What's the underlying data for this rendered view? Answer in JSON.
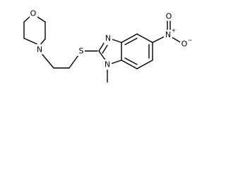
{
  "molecule": {
    "atoms": {
      "morpholine_o": "O",
      "morpholine_n": "N",
      "thio_s": "S",
      "imidazole_n3": "N",
      "imidazole_n1": "N",
      "nitro_n": "N",
      "nitro_n_charge": "+",
      "nitro_o_top": "O",
      "nitro_o_right": "O",
      "nitro_o_charge": "−"
    },
    "colors": {
      "bond": "#000000",
      "label": "#000000",
      "background": "#ffffff"
    }
  }
}
